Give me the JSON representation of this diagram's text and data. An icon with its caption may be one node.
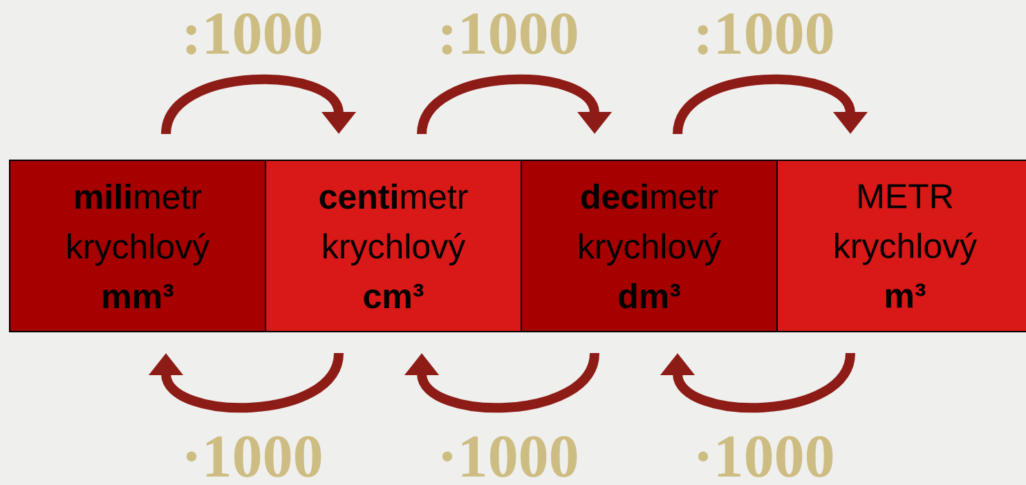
{
  "diagram": {
    "nodes": [
      {
        "text": [
          "**mili**metr",
          "krychlový",
          "mm³"
        ]
      },
      {
        "text": [
          "**centi**metr",
          "krychlový",
          "cm³"
        ]
      },
      {
        "text": [
          "**deci**metr",
          "krychlový",
          "dm³"
        ]
      },
      {
        "text": [
          "METR",
          "krychlový",
          "m³"
        ]
      }
    ],
    "edges": [
      {
        "from": 0,
        "to": 1,
        "arrow": "to",
        "label": ":1000"
      },
      {
        "from": 1,
        "to": 2,
        "arrow": "to",
        "label": ":1000"
      },
      {
        "from": 2,
        "to": 3,
        "arrow": "to",
        "label": ":1000"
      },
      {
        "from": 1,
        "to": 0,
        "arrow": "to",
        "label": "·1000"
      },
      {
        "from": 2,
        "to": 1,
        "arrow": "to",
        "label": "·1000"
      },
      {
        "from": 3,
        "to": 2,
        "arrow": "to",
        "label": "·1000"
      }
    ]
  }
}
